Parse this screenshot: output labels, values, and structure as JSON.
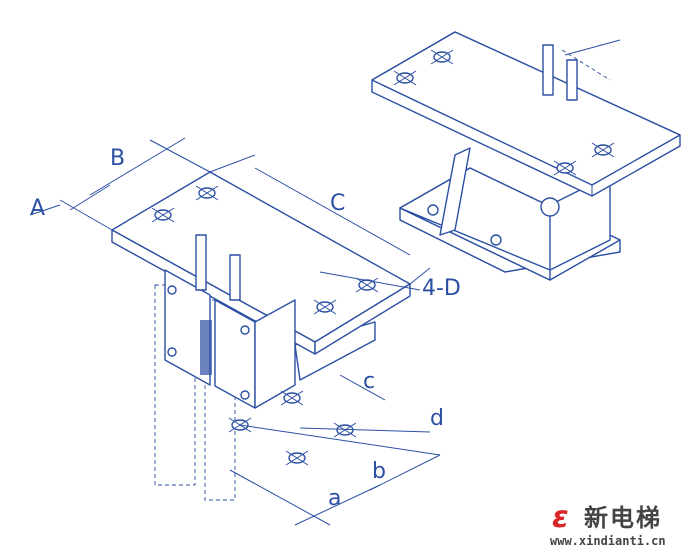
{
  "drawing": {
    "labels": {
      "A": "A",
      "B": "B",
      "C": "C",
      "D": "4-D",
      "c": "c",
      "d": "d",
      "b": "b",
      "a": "a"
    }
  },
  "logo": {
    "mark": "ε",
    "name": "新电梯",
    "url": "www.xindianti.cn"
  },
  "colors": {
    "line": "#2b4fa3",
    "logo_red": "#d9262b"
  }
}
